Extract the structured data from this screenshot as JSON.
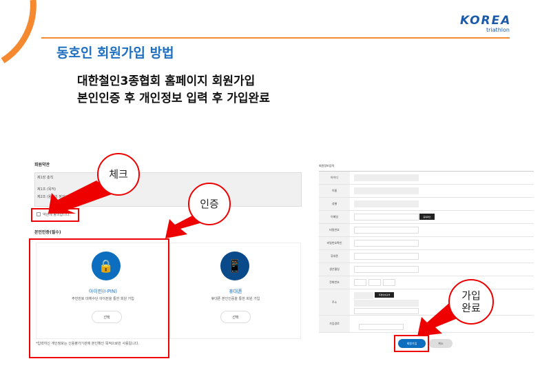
{
  "header": {
    "title": "동호인 회원가입 방법",
    "subtitle_line1": "대한철인3종협회 홈페이지 회원가입",
    "subtitle_line2": "본인인증 후 개인정보 입력 후 가입완료",
    "logo_text": "KOREA",
    "logo_sub": "triathlon"
  },
  "colors": {
    "accent": "#f5892f",
    "title": "#1e6fc0",
    "highlight": "#e00000",
    "ipin": "#0d6ec0",
    "phone": "#0b4a8a"
  },
  "left_shot": {
    "terms_heading": "회원약관",
    "terms_lines": [
      "제1장 총칙",
      "제1조 (목적)",
      "제2조 (용어의 정의)"
    ],
    "agree_label": "약관에 동의합니다.",
    "auth_heading": "본인인증(필수)",
    "options": [
      {
        "icon": "lock-icon",
        "title": "아이핀(I-PIN)",
        "desc": "주민번호 대체수단 아이핀을 통한 회원 가입",
        "button": "선택"
      },
      {
        "icon": "phone-lock-icon",
        "title": "휴대폰",
        "desc": "휴대폰 본인인증을 통한 회원 가입",
        "button": "선택"
      }
    ],
    "note": "*입력하신 개인정보는 신용평가기관에 본인확인 목적으로만 사용됩니다."
  },
  "right_shot": {
    "heading": "회원정보입력",
    "rows": [
      "아이디",
      "이름",
      "성별",
      "이메일",
      "비밀번호",
      "비밀번호확인",
      "휴대폰",
      "생년월일",
      "전화번호",
      "주소",
      "가입경로"
    ],
    "check_button": "중복확인",
    "zip_button": "우편번호검색",
    "submit": "회원가입",
    "cancel": "취소"
  },
  "callouts": {
    "check": "체크",
    "auth": "인증",
    "done": "가입\n완료"
  }
}
